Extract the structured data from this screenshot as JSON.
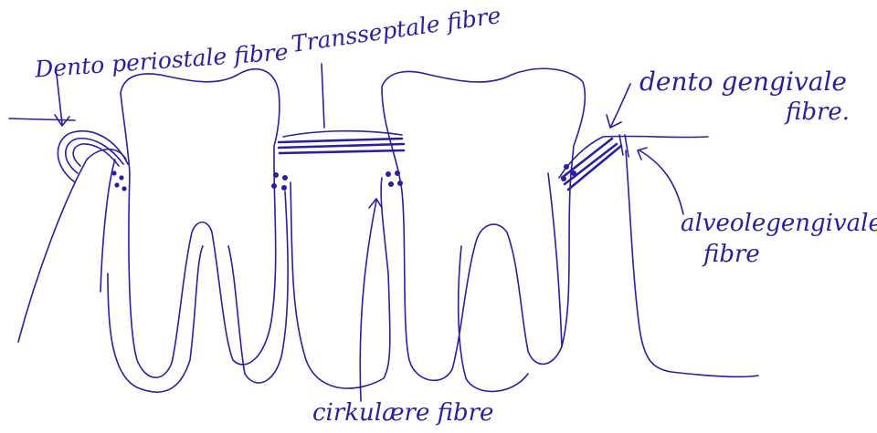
{
  "diagram": {
    "ink_color": "#2a1fa0",
    "background": "#ffffff",
    "labels": {
      "dento_periostale": "Dento periostale fibre",
      "transseptale": "Transseptale fibre",
      "dento_gengivale_1": "dento gengivale",
      "dento_gengivale_2": "fibre.",
      "alveole_gengivale_1": "alveolegengivale",
      "alveole_gengivale_2": "fibre",
      "cirkulaere": "cirkulære fibre"
    }
  }
}
